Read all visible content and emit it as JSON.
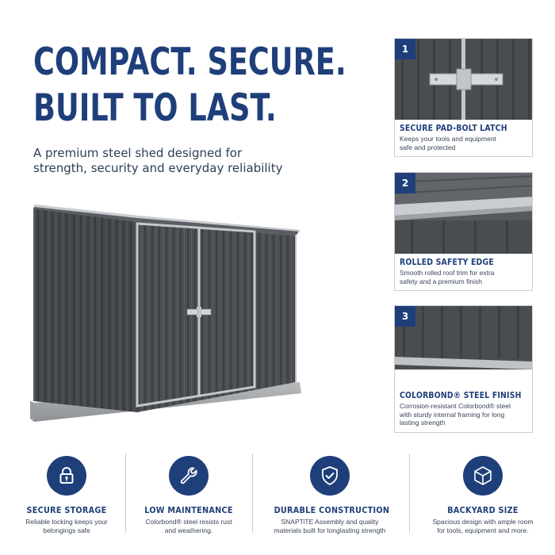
{
  "headline": {
    "line1": "COMPACT. SECURE.",
    "line2": "BUILT TO LAST."
  },
  "subhead": {
    "line1": "A premium steel shed designed for",
    "line2": "strength, security and everyday reliability"
  },
  "cards": [
    {
      "number": "1",
      "title": "SECURE PAD-BOLT LATCH",
      "desc_line1": "Keeps your tools and equipment",
      "desc_line2": "safe and protected"
    },
    {
      "number": "2",
      "title": "ROLLED SAFETY EDGE",
      "desc_line1": "Smooth rolled roof trim for extra",
      "desc_line2": "safety and a premium finish"
    },
    {
      "number": "3",
      "title": "COLORBOND® STEEL FINISH",
      "desc_line1": "Corrosion-resistant Colorbond® steel",
      "desc_line2": "with sturdy internal framing for long",
      "desc_line3": "lasting strength"
    }
  ],
  "features": [
    {
      "icon": "padlock-icon",
      "title": "SECURE STORAGE",
      "desc_line1": "Reliable locking keeps your",
      "desc_line2": "belongings safe"
    },
    {
      "icon": "wrench-icon",
      "title": "LOW MAINTENANCE",
      "desc_line1": "Colorbond® steel resists rust",
      "desc_line2": "and weathering."
    },
    {
      "icon": "shield-check-icon",
      "title": "DURABLE CONSTRUCTION",
      "desc_line1": "SNAPTiTE Assembly and quality",
      "desc_line2": "materials built for longlasting strength"
    },
    {
      "icon": "cube-icon",
      "title": "BACKYARD SIZE",
      "desc_line1": "Spacious design with ample room",
      "desc_line2": "for tools, equipment and more."
    }
  ],
  "colors": {
    "brand_navy": "#1f3f7a",
    "shed_steel": "#4a4d50",
    "trim_silver": "#c4c8cc"
  }
}
